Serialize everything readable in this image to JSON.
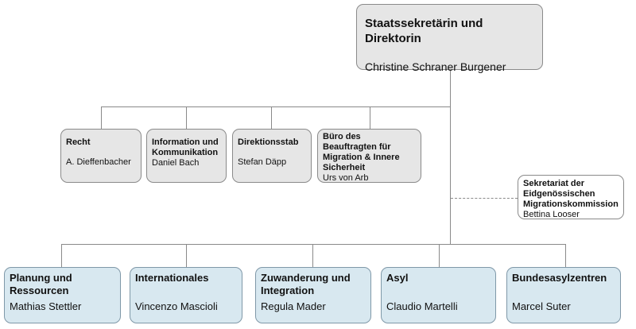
{
  "head": {
    "title": "Staatssekretärin und Direktorin",
    "name": "Christine Schraner Burgener"
  },
  "staff": [
    {
      "title": "Recht",
      "name": "A. Dieffenbacher"
    },
    {
      "title": "Information und Kommunikation",
      "name": "Daniel Bach"
    },
    {
      "title": "Direktionsstab",
      "name": "Stefan Däpp"
    },
    {
      "title": "Büro des Beauftragten für Migration & Innere Sicherheit",
      "name": "Urs von Arb"
    }
  ],
  "commission": {
    "title": "Sekretariat der Eidgenössischen Migrationskommission",
    "name": "Bettina Looser"
  },
  "divisions": [
    {
      "title": "Planung und Ressourcen",
      "name": "Mathias Stettler"
    },
    {
      "title": "Internationales",
      "name": "Vincenzo Mascioli"
    },
    {
      "title": "Zuwanderung und Integration",
      "name": "Regula Mader"
    },
    {
      "title": "Asyl",
      "name": "Claudio Martelli"
    },
    {
      "title": "Bundesasylzentren",
      "name": "Marcel Suter"
    }
  ],
  "colors": {
    "staff_fill": "#e6e6e6",
    "division_fill": "#d8e8f0",
    "line": "#8a8a8a"
  }
}
